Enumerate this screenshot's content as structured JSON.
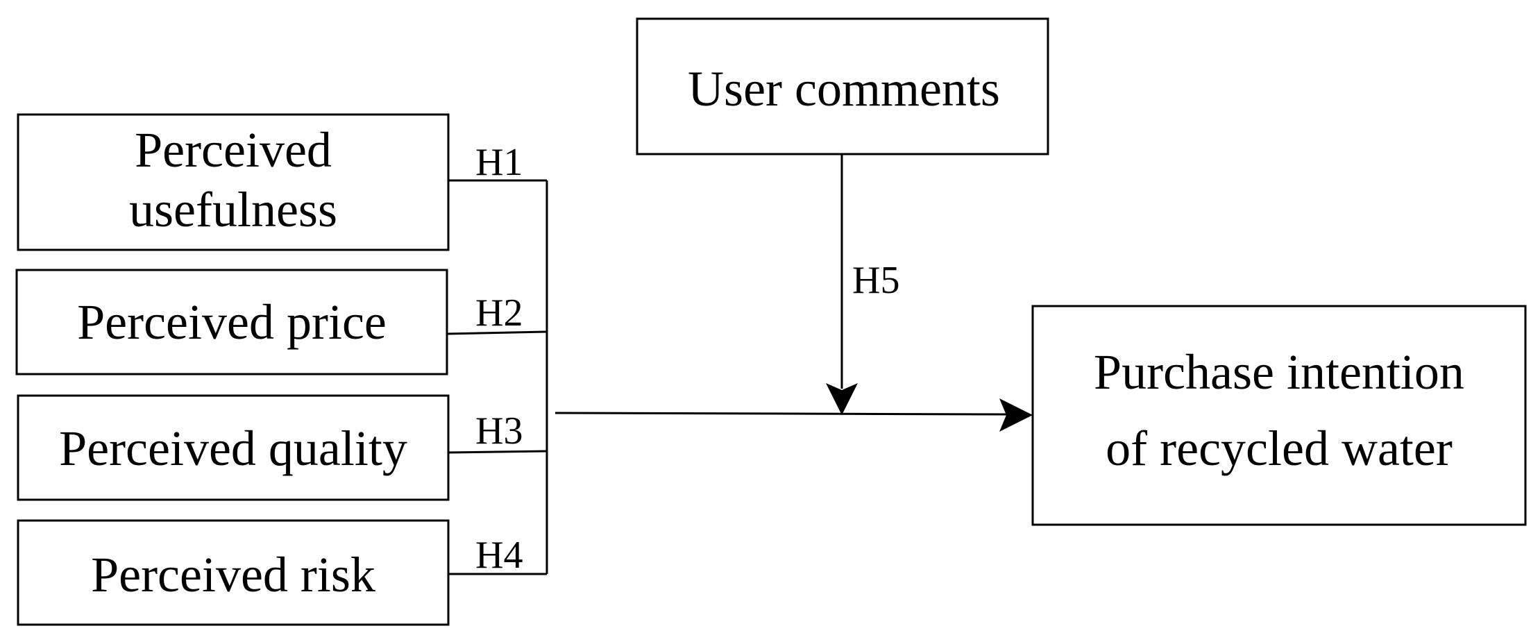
{
  "nodes": {
    "usefulness": {
      "lines": [
        "Perceived",
        "usefulness"
      ]
    },
    "price": {
      "lines": [
        "Perceived price"
      ]
    },
    "quality": {
      "lines": [
        "Perceived quality"
      ]
    },
    "risk": {
      "lines": [
        "Perceived risk"
      ]
    },
    "comments": {
      "lines": [
        "User comments"
      ]
    },
    "intention": {
      "lines": [
        "Purchase intention",
        "of recycled water"
      ]
    }
  },
  "edges": {
    "h1": {
      "label": "H1"
    },
    "h2": {
      "label": "H2"
    },
    "h3": {
      "label": "H3"
    },
    "h4": {
      "label": "H4"
    },
    "h5": {
      "label": "H5"
    }
  }
}
